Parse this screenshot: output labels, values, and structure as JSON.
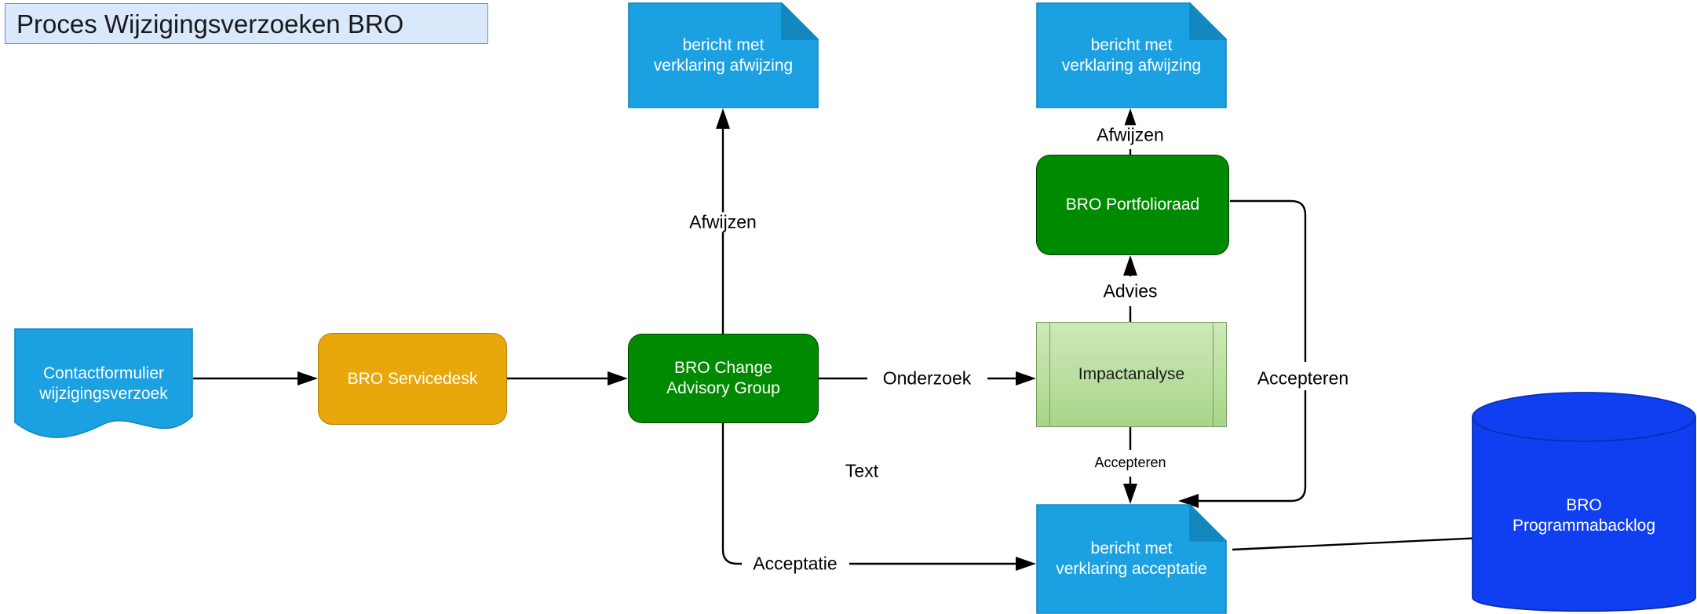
{
  "title": {
    "text": "Proces Wijzigingsverzoeken BRO"
  },
  "colors": {
    "title_fill": "#DAE8FC",
    "title_stroke": "#7790BD",
    "blue_note": "#1BA1E2",
    "blue_note_fold": "#1387BE",
    "orange": "#E8A80C",
    "green": "#008A00",
    "light_green": "#A8D58A",
    "database_blue": "#0F3FF0",
    "edge": "#000000"
  },
  "nodes": {
    "contactformulier": {
      "label": "Contactformulier\nwijzigingsverzoek",
      "shape": "document",
      "fill": "#1BA1E2",
      "text_color": "#FFFFFF"
    },
    "servicedesk": {
      "label": "BRO Servicedesk",
      "shape": "process",
      "fill": "#E8A80C",
      "text_color": "#FFFFFF"
    },
    "cag": {
      "label": "BRO Change\nAdvisory Group",
      "shape": "process",
      "fill": "#008A00",
      "text_color": "#FFFFFF"
    },
    "impactanalyse": {
      "label": "Impactanalyse",
      "shape": "predefined-process",
      "fill": "#A8D58A",
      "text_color": "#1A1A1A"
    },
    "portfolioraad": {
      "label": "BRO Portfolioraad",
      "shape": "process",
      "fill": "#008A00",
      "text_color": "#FFFFFF"
    },
    "afwijzing_links": {
      "label": "bericht met\nverklaring afwijzing",
      "shape": "note",
      "fill": "#1BA1E2",
      "text_color": "#FFFFFF"
    },
    "afwijzing_rechts": {
      "label": "bericht met\nverklaring afwijzing",
      "shape": "note",
      "fill": "#1BA1E2",
      "text_color": "#FFFFFF"
    },
    "acceptatie_note": {
      "label": "bericht met\nverklaring acceptatie",
      "shape": "note",
      "fill": "#1BA1E2",
      "text_color": "#FFFFFF"
    },
    "programmabacklog": {
      "label": "BRO\nProgrammabacklog",
      "shape": "database",
      "fill": "#0F3FF0",
      "text_color": "#FFFFFF"
    }
  },
  "edge_labels": {
    "afwijzen_links": "Afwijzen",
    "afwijzen_rechts": "Afwijzen",
    "onderzoek": "Onderzoek",
    "advies": "Advies",
    "accepteren_rechts": "Accepteren",
    "accepteren_midden": "Accepteren",
    "acceptatie": "Acceptatie",
    "text": "Text"
  }
}
